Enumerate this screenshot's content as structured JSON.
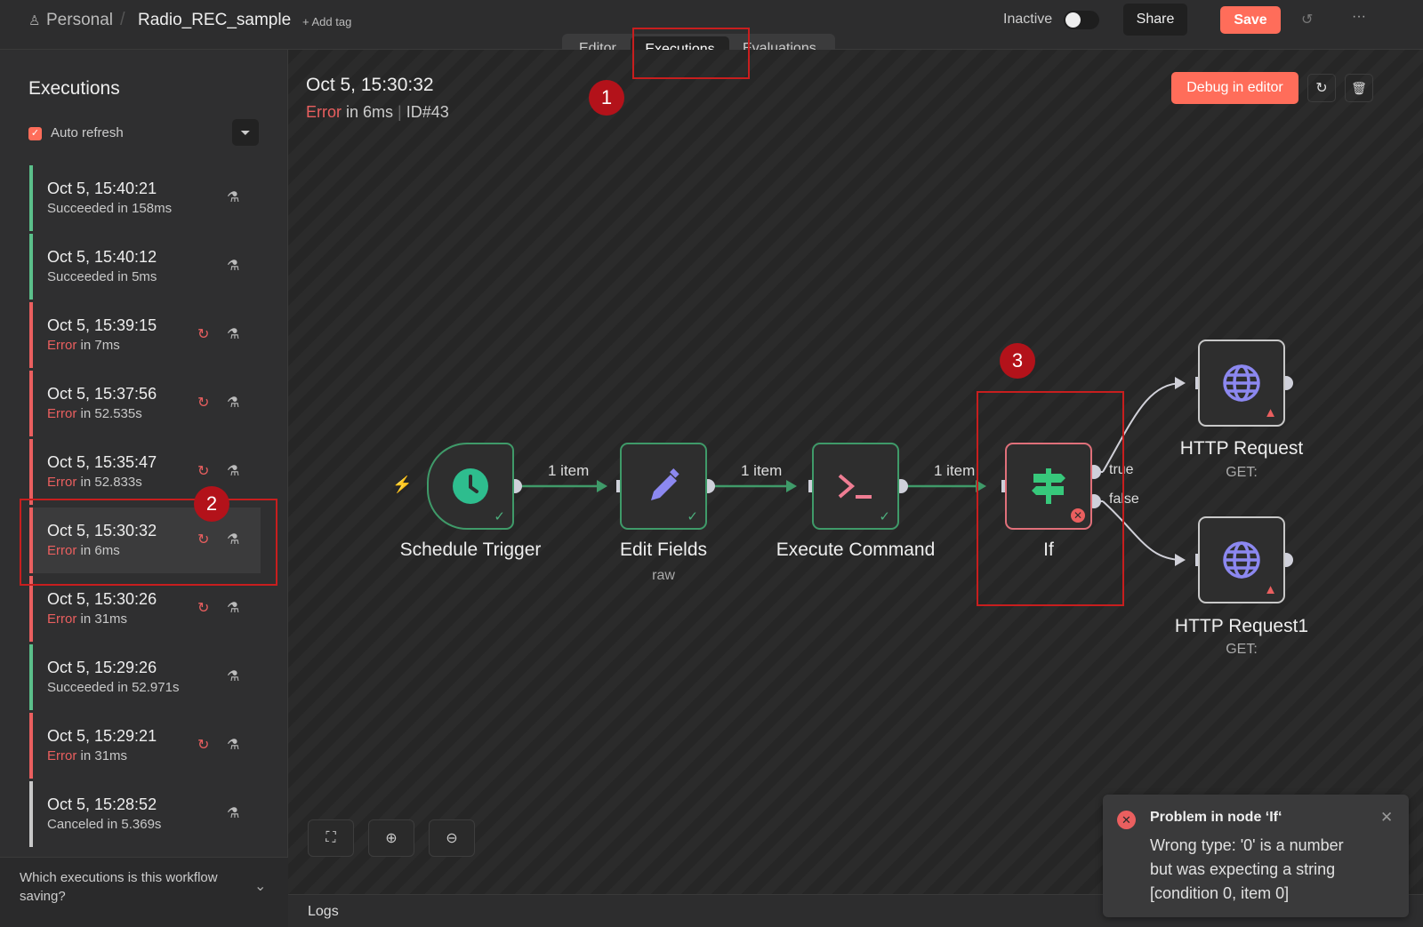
{
  "header": {
    "project": "Personal",
    "workflow": "Radio_REC_sample",
    "add_tag": "+ Add tag",
    "status_label": "Inactive",
    "share": "Share",
    "save": "Save",
    "tabs": [
      "Editor",
      "Executions",
      "Evaluations"
    ],
    "active_tab": "Executions"
  },
  "sidebar": {
    "title": "Executions",
    "auto_refresh": "Auto refresh",
    "footer": "Which executions is this workflow saving?",
    "items": [
      {
        "time": "Oct 5, 15:40:21",
        "status": "Succeeded",
        "detail": " in 158ms",
        "kind": "success"
      },
      {
        "time": "Oct 5, 15:40:12",
        "status": "Succeeded",
        "detail": " in 5ms",
        "kind": "success"
      },
      {
        "time": "Oct 5, 15:39:15",
        "status": "Error",
        "detail": " in 7ms",
        "kind": "error"
      },
      {
        "time": "Oct 5, 15:37:56",
        "status": "Error",
        "detail": " in 52.535s",
        "kind": "error"
      },
      {
        "time": "Oct 5, 15:35:47",
        "status": "Error",
        "detail": " in 52.833s",
        "kind": "error"
      },
      {
        "time": "Oct 5, 15:30:32",
        "status": "Error",
        "detail": " in 6ms",
        "kind": "error",
        "selected": true
      },
      {
        "time": "Oct 5, 15:30:26",
        "status": "Error",
        "detail": " in 31ms",
        "kind": "error"
      },
      {
        "time": "Oct 5, 15:29:26",
        "status": "Succeeded",
        "detail": " in 52.971s",
        "kind": "success"
      },
      {
        "time": "Oct 5, 15:29:21",
        "status": "Error",
        "detail": " in 31ms",
        "kind": "error"
      },
      {
        "time": "Oct 5, 15:28:52",
        "status": "Canceled",
        "detail": " in 5.369s",
        "kind": "canceled"
      }
    ]
  },
  "execution": {
    "time": "Oct 5, 15:30:32",
    "status": "Error",
    "detail": "in 6ms",
    "id": "ID#43",
    "debug": "Debug in editor"
  },
  "nodes": {
    "schedule": "Schedule Trigger",
    "edit": "Edit Fields",
    "edit_sub": "raw",
    "exec": "Execute Command",
    "if": "If",
    "http1": "HTTP Request",
    "http1_sub": "GET:",
    "http2": "HTTP Request1",
    "http2_sub": "GET:"
  },
  "edges": {
    "e1": "1 item",
    "e2": "1 item",
    "e3": "1 item",
    "true": "true",
    "false": "false"
  },
  "toast": {
    "title": "Problem in node ‘If‘",
    "l1": "Wrong type: '0' is a number",
    "l2": "but was expecting a string",
    "l3": "[condition 0, item 0]"
  },
  "logs": "Logs",
  "annotations": [
    "1",
    "2",
    "3"
  ],
  "colors": {
    "accent": "#ff6d5a",
    "success": "#5bbf8a",
    "error": "#ea5f5f"
  }
}
